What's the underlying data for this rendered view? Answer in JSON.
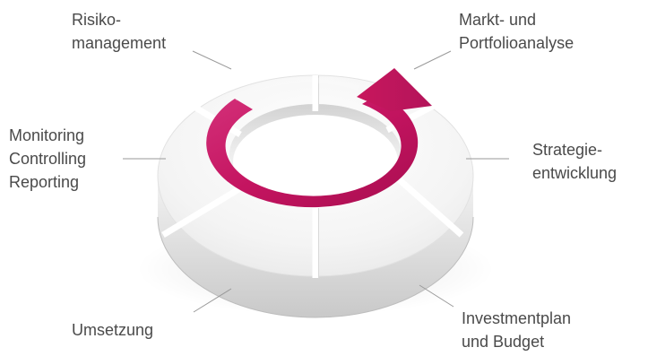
{
  "cycle": {
    "accent_color": "#c8175d",
    "segments": [
      {
        "id": "risk",
        "lines": [
          "Risiko-",
          "management"
        ]
      },
      {
        "id": "market",
        "lines": [
          "Markt- und",
          "Portfolioanalyse"
        ]
      },
      {
        "id": "strategy",
        "lines": [
          "Strategie-",
          "entwicklung"
        ]
      },
      {
        "id": "plan",
        "lines": [
          "Investmentplan",
          "und Budget"
        ]
      },
      {
        "id": "implementation",
        "lines": [
          "Umsetzung"
        ]
      },
      {
        "id": "monitoring",
        "lines": [
          "Monitoring",
          "Controlling",
          "Reporting"
        ]
      }
    ]
  }
}
